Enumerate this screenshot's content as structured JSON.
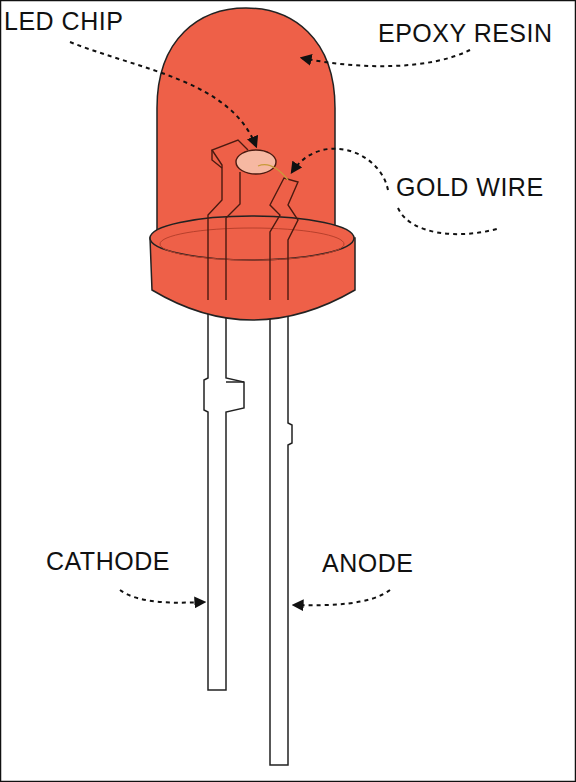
{
  "diagram": {
    "labels": [
      "LED CHIP",
      "EPOXY RESIN",
      "GOLD WIRE",
      "CATHODE",
      "ANODE"
    ]
  }
}
